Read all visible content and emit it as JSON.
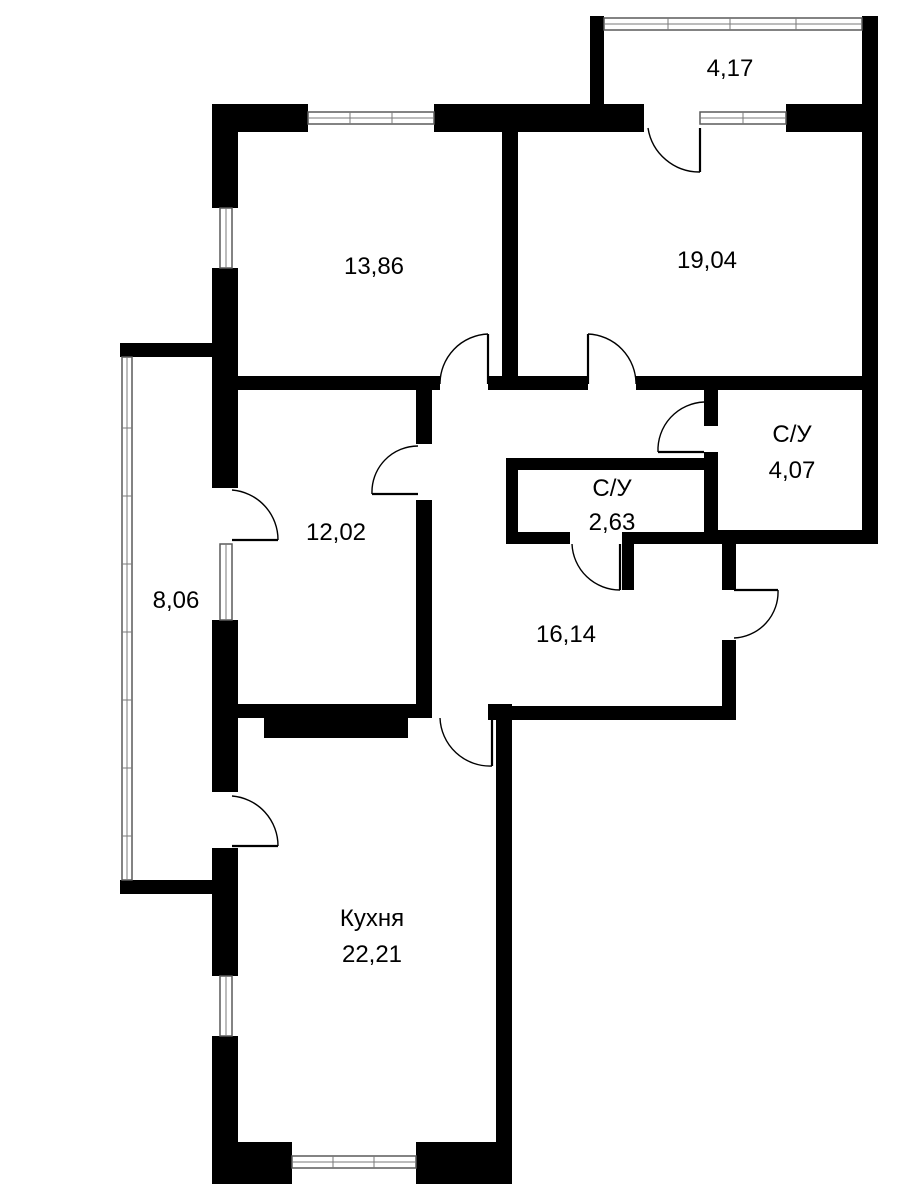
{
  "rooms": [
    {
      "id": "balcony-top",
      "area": "4,17"
    },
    {
      "id": "bedroom-1",
      "area": "13,86"
    },
    {
      "id": "bedroom-2",
      "area": "19,04"
    },
    {
      "id": "bedroom-3",
      "area": "12,02"
    },
    {
      "id": "loggia",
      "area": "8,06"
    },
    {
      "id": "bathroom-1",
      "name": "С/У",
      "area": "4,07"
    },
    {
      "id": "bathroom-2",
      "name": "С/У",
      "area": "2,63"
    },
    {
      "id": "hall",
      "area": "16,14"
    },
    {
      "id": "kitchen",
      "name": "Кухня",
      "area": "22,21"
    }
  ]
}
